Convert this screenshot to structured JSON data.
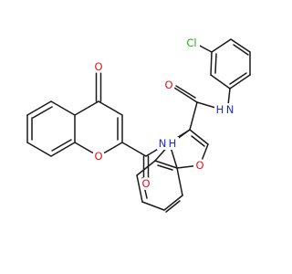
{
  "molecule": {
    "colors": {
      "bond": "#1a1a1a",
      "oxygen": "#e8101a",
      "nitrogen": "#1f2bd6",
      "chlorine": "#1bb01b",
      "hydrogen_on_nitrogen": "#1f2bd6"
    },
    "labels": {
      "ketone_oxygen": "O",
      "chromone_ring_oxygen": "O",
      "chromone_amide_oxygen": "O",
      "amide_nitrogen_left": "N",
      "amide_nitrogen_left_h": "H",
      "benzofuran_ring_oxygen": "O",
      "benzofuran_amide_oxygen": "O",
      "amide_nitrogen_right": "N",
      "amide_nitrogen_right_h": "H",
      "chlorine": "Cl"
    }
  }
}
